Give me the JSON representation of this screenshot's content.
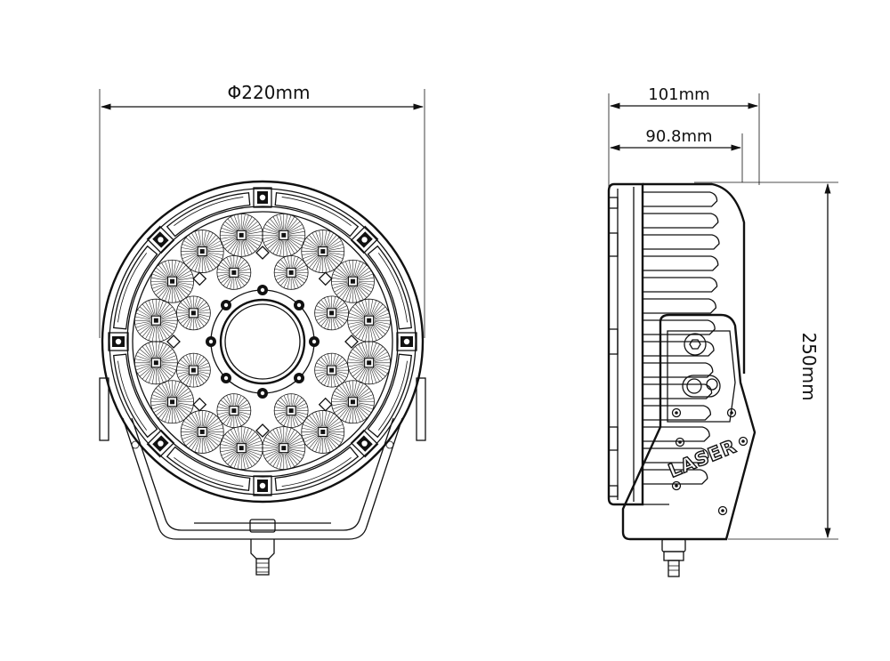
{
  "front_view": {
    "diameter_label": "Φ220mm"
  },
  "side_view": {
    "depth_label": "101mm",
    "body_depth_label": "90.8mm",
    "height_label": "250mm",
    "brand_label": "LASER"
  }
}
